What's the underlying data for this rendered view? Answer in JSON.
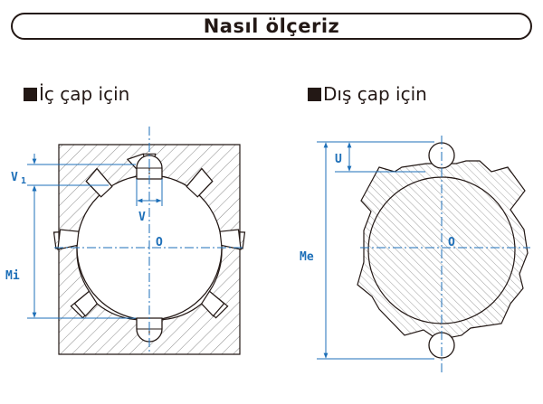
{
  "title": "Nasıl ölçeriz",
  "left_panel": {
    "caption": "İç çap için",
    "labels": {
      "v1_main": "V",
      "v1_sub": "1",
      "v": "V",
      "mi": "Mi",
      "center": "O"
    }
  },
  "right_panel": {
    "caption": "Dış çap için",
    "labels": {
      "u": "U",
      "me": "Me",
      "center": "O"
    }
  },
  "colors": {
    "outline": "#231815",
    "dimension": "#1d6fb8",
    "hatch": "#8a8a8a"
  }
}
